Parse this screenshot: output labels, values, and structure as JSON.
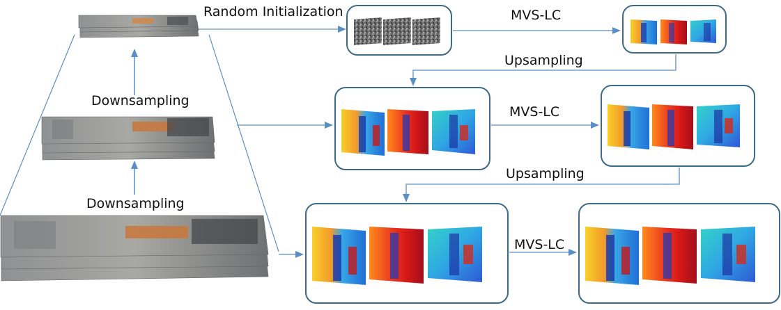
{
  "labels": {
    "random_init": "Random Initialization",
    "mvs1": "MVS-LC",
    "mvs2": "MVS-LC",
    "mvs3": "MVS-LC",
    "upsampling1": "Upsampling",
    "upsampling2": "Upsampling",
    "downsampling1": "Downsampling",
    "downsampling2": "Downsampling"
  },
  "colors": {
    "arrow": "#5b8fc4",
    "box_border": "#3d6a85",
    "pyramid_line": "#5b8fc4"
  }
}
